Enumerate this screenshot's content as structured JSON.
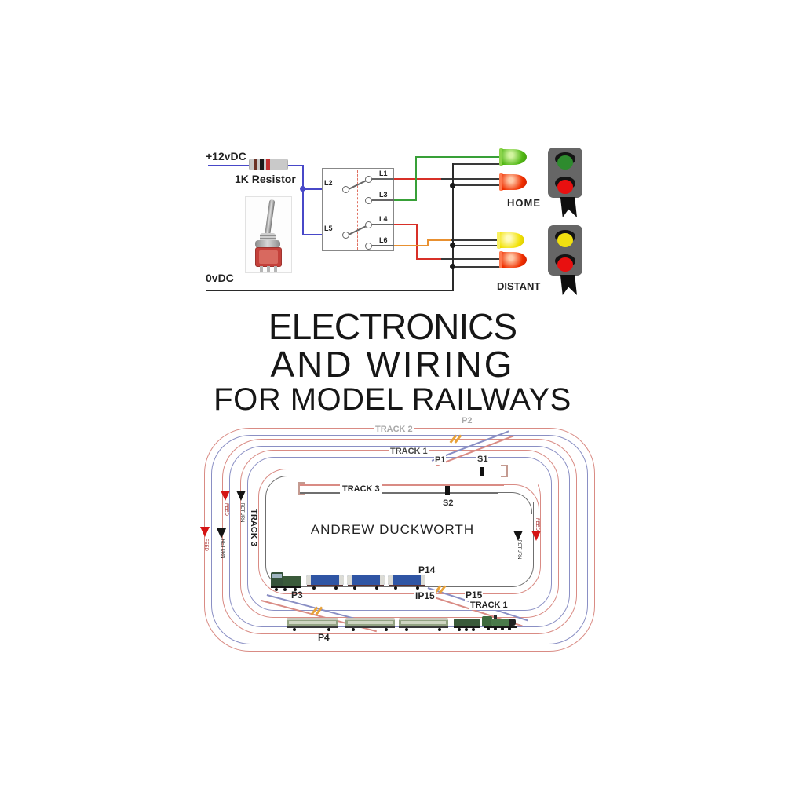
{
  "cover": {
    "title_line1": "ELECTRONICS",
    "title_line2": "AND WIRING",
    "title_line3": "FOR MODEL RAILWAYS",
    "author": "ANDREW DUCKWORTH"
  },
  "circuit": {
    "supply_positive": "+12vDC",
    "supply_negative": "0vDC",
    "resistor_label": "1K Resistor",
    "home_label": "HOME",
    "distant_label": "DISTANT",
    "terminals": {
      "l1": "L1",
      "l2": "L2",
      "l3": "L3",
      "l4": "L4",
      "l5": "L5",
      "l6": "L6"
    },
    "leds": [
      "green",
      "red",
      "yellow",
      "red"
    ],
    "signals": [
      {
        "name": "HOME",
        "lamps": [
          "green",
          "red"
        ]
      },
      {
        "name": "DISTANT",
        "lamps": [
          "yellow",
          "red"
        ]
      }
    ]
  },
  "plan": {
    "track1": "TRACK 1",
    "track2": "TRACK 2",
    "track3": "TRACK 3",
    "p1": "P1",
    "p2": "P2",
    "p3": "P3",
    "p4": "P4",
    "p14": "P14",
    "p15": "P15",
    "ip15": "IP15",
    "s1": "S1",
    "s2": "S2",
    "feed": "FEED",
    "return": "RETURN"
  },
  "colors": {
    "rail_red": "#d98b84",
    "rail_blue": "#8a8fc4",
    "rail_dark": "#6f6f6f",
    "wire_blue": "#4848c8",
    "wire_red": "#d83028",
    "wire_green": "#38a038",
    "wire_orange": "#e89030",
    "wire_black": "#2a2a2a",
    "feed_arrow": "#d51414",
    "return_arrow": "#141414",
    "insulated_joint": "#e8a23a",
    "led_green": "#52b815",
    "led_red": "#f03000",
    "led_yellow": "#f2e205",
    "signal_body": "#666666",
    "signal_green": "#2e8b2e",
    "signal_red": "#e81010",
    "signal_yellow": "#f0e010"
  }
}
